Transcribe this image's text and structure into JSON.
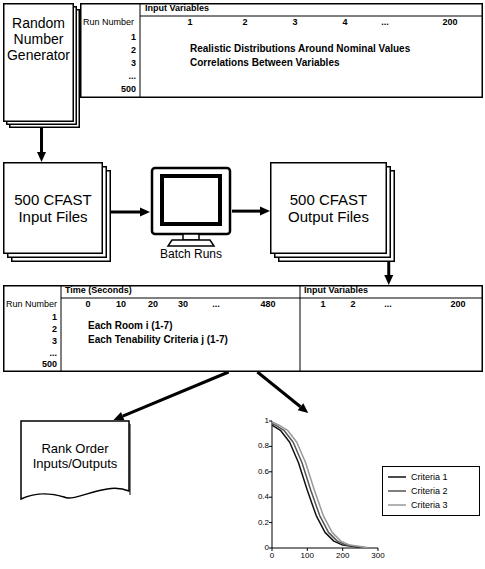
{
  "diagram": {
    "nodes": [
      {
        "text": [
          "Random Number Generator"
        ]
      },
      {
        "text": [
          "Input Variables",
          "Run Number",
          "1",
          "2",
          "3",
          "4",
          "...",
          "200",
          "1",
          "2",
          "3",
          "...",
          "500",
          "Realistic Distributions Around Nominal Values",
          "Correlations Between Variables"
        ]
      },
      {
        "text": [
          "500 CFAST Input Files"
        ]
      },
      {
        "text": [
          "Batch Runs"
        ]
      },
      {
        "text": [
          "500 CFAST Output Files"
        ]
      },
      {
        "text": [
          "Time (Seconds)",
          "Input Variables",
          "Run Number",
          "0",
          "10",
          "20",
          "30",
          "...",
          "480",
          "1",
          "2",
          "...",
          "200",
          "1",
          "2",
          "3",
          "...",
          "500",
          "Each Room i (1-7)",
          "Each Tenability Criteria j (1-7)"
        ]
      },
      {
        "text": [
          "Rank Order Inputs/Outputs"
        ]
      },
      {
        "text": [
          "1",
          "0.8",
          "0.6",
          "0.4",
          "0.2",
          "0",
          "0",
          "100",
          "200",
          "300"
        ]
      }
    ],
    "edges": [
      {
        "from": 0,
        "to": 2,
        "arrow": "to"
      },
      {
        "from": 2,
        "to": 3,
        "arrow": "to"
      },
      {
        "from": 3,
        "to": 4,
        "arrow": "to"
      },
      {
        "from": 4,
        "to": 5,
        "arrow": "to"
      },
      {
        "from": 5,
        "to": 6,
        "arrow": "to"
      },
      {
        "from": 5,
        "to": 7,
        "arrow": "to"
      }
    ],
    "legend": [
      {
        "text": "Criteria 1"
      },
      {
        "text": "Criteria 2"
      },
      {
        "text": "Criteria 3"
      }
    ]
  }
}
